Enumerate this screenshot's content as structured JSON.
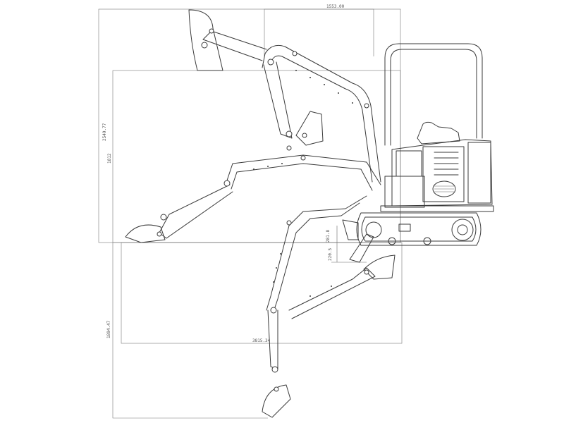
{
  "drawing": {
    "line_color": "#3a3a3a",
    "dimensions": {
      "top_width": "1553.00",
      "max_reach_height": "2549.77",
      "dump_height": "1812",
      "bottom_width": "3815.34",
      "digging_depth": "1894.47",
      "blade_lift": "281.8",
      "blade_depth": "220.5"
    }
  }
}
